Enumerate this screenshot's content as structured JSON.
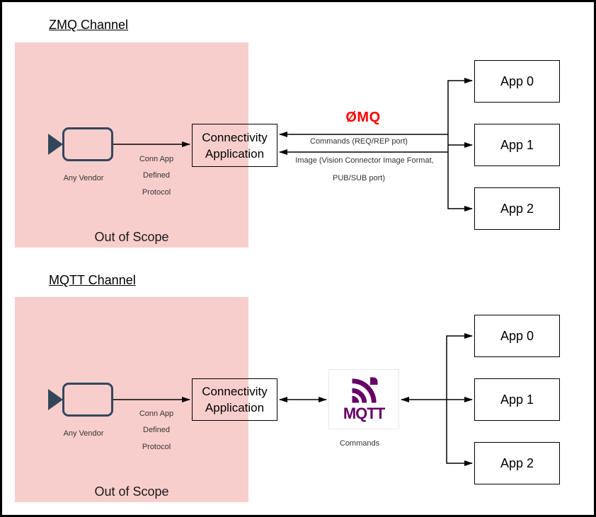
{
  "zmq": {
    "title": "ZMQ Channel",
    "scope_label": "Out of Scope",
    "camera_label": "Any Vendor",
    "protocol": {
      "line1": "Conn App",
      "line2": "Defined",
      "line3": "Protocol"
    },
    "connectivity": {
      "line1": "Connectivity",
      "line2": "Application"
    },
    "bus_label": "ØMQ",
    "commands_label": "Commands (REQ/REP port)",
    "image_label": {
      "line1": "Image (Vision Connector Image Format,",
      "line2": "PUB/SUB port)"
    },
    "apps": [
      "App 0",
      "App 1",
      "App 2"
    ]
  },
  "mqtt": {
    "title": "MQTT Channel",
    "scope_label": "Out of Scope",
    "camera_label": "Any Vendor",
    "protocol": {
      "line1": "Conn App",
      "line2": "Defined",
      "line3": "Protocol"
    },
    "connectivity": {
      "line1": "Connectivity",
      "line2": "Application"
    },
    "broker": {
      "wordmark": "MQTT",
      "label": "Commands"
    },
    "apps": [
      "App 0",
      "App 1",
      "App 2"
    ]
  },
  "colors": {
    "scope_fill": "#F8CECC",
    "camera_stroke": "#33475B",
    "zmq_brand": "#FF0000",
    "mqtt_brand": "#660066",
    "line": "#000000"
  }
}
